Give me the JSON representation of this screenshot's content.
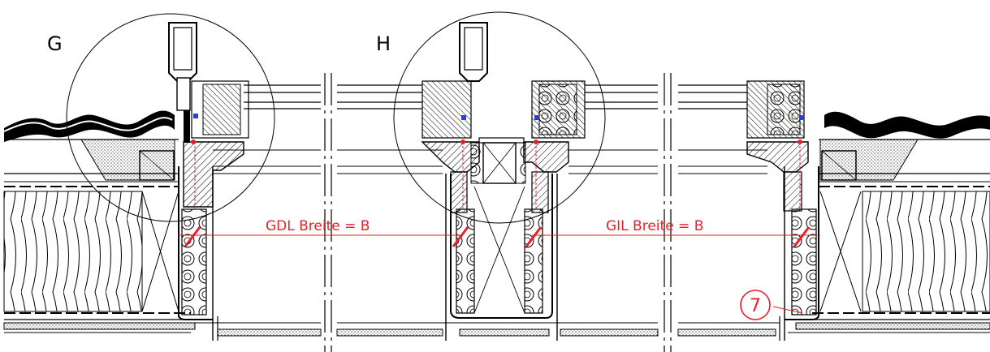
{
  "detail_labels": {
    "g": "G",
    "h": "H"
  },
  "dimensions": {
    "gdl": "GDL Breite = B",
    "gil": "GIL Breite = B"
  },
  "callout": {
    "number": "7"
  },
  "colors": {
    "line": "#000000",
    "dimension": "#e8202a",
    "hatch_fill": "#ffffff",
    "seal_blue": "#2a3fd0"
  }
}
